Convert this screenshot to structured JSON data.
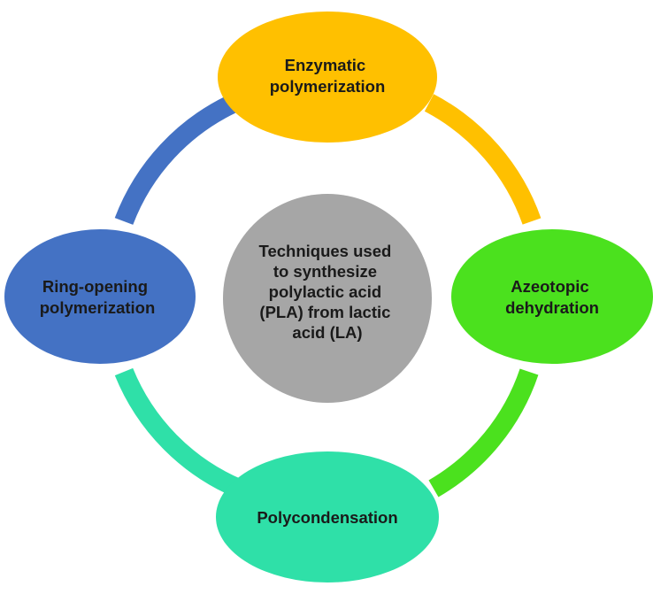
{
  "center": {
    "lines": [
      "Techniques used",
      "to synthesize",
      "polylactic acid",
      "(PLA) from lactic",
      "acid (LA)"
    ],
    "color": "#a6a6a6"
  },
  "nodes": [
    {
      "id": "enzymatic",
      "lines": [
        "Enzymatic",
        "polymerization"
      ],
      "color": "#ffc000"
    },
    {
      "id": "azeotopic",
      "lines": [
        "Azeotopic",
        "dehydration"
      ],
      "color": "#4be11e"
    },
    {
      "id": "polycondensation",
      "lines": [
        "Polycondensation"
      ],
      "color": "#2fe0a8"
    },
    {
      "id": "ring-opening",
      "lines": [
        "Ring-opening",
        "polymerization"
      ],
      "color": "#4472c4"
    }
  ],
  "arcs": [
    {
      "id": "arc-top-right",
      "color": "#ffc000"
    },
    {
      "id": "arc-bottom-right",
      "color": "#4be11e"
    },
    {
      "id": "arc-bottom-left",
      "color": "#2fe0a8"
    },
    {
      "id": "arc-top-left",
      "color": "#4472c4"
    }
  ]
}
